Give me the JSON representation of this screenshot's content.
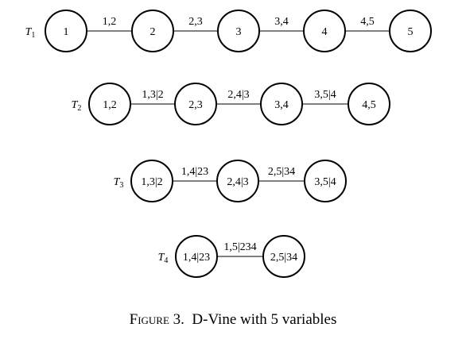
{
  "trees": [
    {
      "name": "T",
      "sub": "1",
      "nodes": [
        "1",
        "2",
        "3",
        "4",
        "5"
      ],
      "edges": [
        "1,2",
        "2,3",
        "3,4",
        "4,5"
      ]
    },
    {
      "name": "T",
      "sub": "2",
      "nodes": [
        "1,2",
        "2,3",
        "3,4",
        "4,5"
      ],
      "edges": [
        "1,3|2",
        "2,4|3",
        "3,5|4"
      ]
    },
    {
      "name": "T",
      "sub": "3",
      "nodes": [
        "1,3|2",
        "2,4|3",
        "3,5|4"
      ],
      "edges": [
        "1,4|23",
        "2,5|34"
      ]
    },
    {
      "name": "T",
      "sub": "4",
      "nodes": [
        "1,4|23",
        "2,5|34"
      ],
      "edges": [
        "1,5|234"
      ]
    }
  ],
  "caption": {
    "label": "Figure",
    "number": "3.",
    "text": "D-Vine with 5 variables"
  }
}
